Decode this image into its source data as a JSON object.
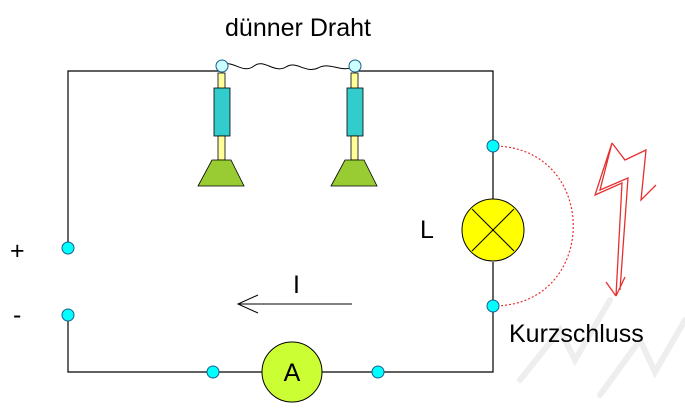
{
  "labels": {
    "wire": "dünner Draht",
    "lamp": "L",
    "current": "I",
    "short_circuit": "Kurzschluss",
    "ammeter": "A",
    "plus": "+",
    "minus": "-"
  },
  "colors": {
    "wire": "#000000",
    "terminal_fill": "#00ffff",
    "terminal_stroke": "#1a5c8c",
    "holder_body": "#33cccc",
    "holder_post": "#ffff99",
    "holder_base": "#99cc33",
    "lamp_fill": "#ffff00",
    "ammeter_fill": "#ccff33",
    "short_circuit": "#e53030"
  },
  "icons": {
    "lamp": "lamp-cross-icon",
    "lightning": "lightning-bolt-icon"
  }
}
